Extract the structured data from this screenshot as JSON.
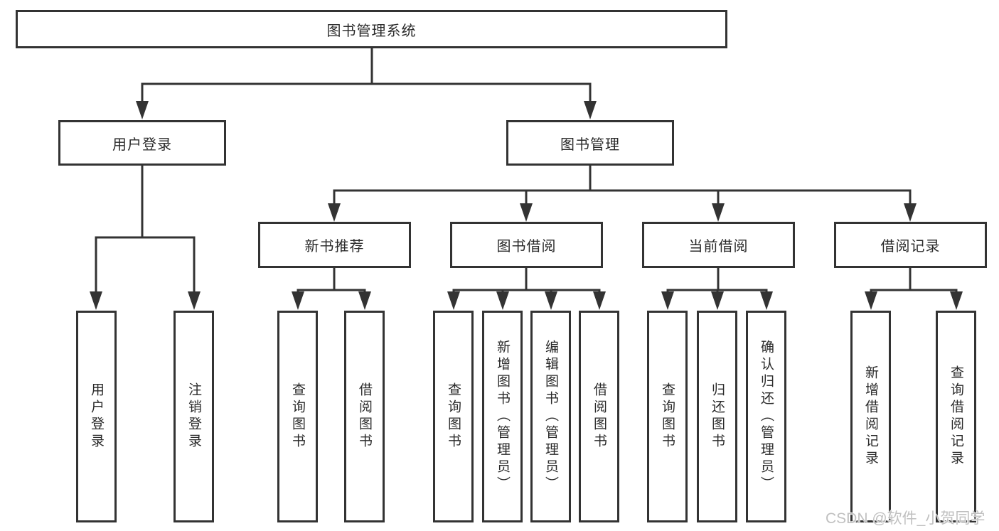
{
  "diagram_type": "hierarchy-tree",
  "tree": {
    "root": {
      "label": "图书管理系统",
      "children": [
        {
          "label": "用户登录",
          "children": [
            {
              "label": "用户登录"
            },
            {
              "label": "注销登录"
            }
          ]
        },
        {
          "label": "图书管理",
          "children": [
            {
              "label": "新书推荐",
              "children": [
                {
                  "label": "查询图书"
                },
                {
                  "label": "借阅图书"
                }
              ]
            },
            {
              "label": "图书借阅",
              "children": [
                {
                  "label": "查询图书"
                },
                {
                  "label": "新增图书（管理员）"
                },
                {
                  "label": "编辑图书（管理员）"
                },
                {
                  "label": "借阅图书"
                }
              ]
            },
            {
              "label": "当前借阅",
              "children": [
                {
                  "label": "查询图书"
                },
                {
                  "label": "归还图书"
                },
                {
                  "label": "确认归还（管理员）"
                }
              ]
            },
            {
              "label": "借阅记录",
              "children": [
                {
                  "label": "新增借阅记录"
                },
                {
                  "label": "查询借阅记录"
                }
              ]
            }
          ]
        }
      ]
    }
  },
  "watermark": {
    "text": "CSDN @软件_小贺同学"
  },
  "colors": {
    "line": "#333333",
    "box_border": "#333333",
    "text": "#2a2a2a",
    "watermark": "#c0c0c0",
    "background": "#ffffff"
  }
}
